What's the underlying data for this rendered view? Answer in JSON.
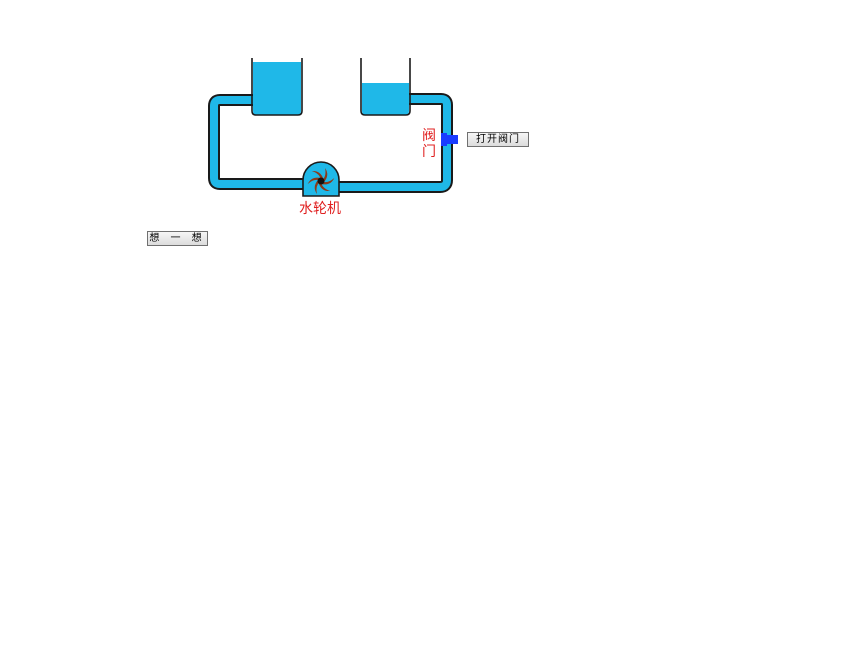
{
  "labels": {
    "valve_line1": "阀",
    "valve_line2": "门",
    "turbine": "水轮机"
  },
  "buttons": {
    "open_valve": "打开阀门",
    "think": "想 一 想"
  },
  "colors": {
    "water": "#1fb8e8",
    "outline": "#1a1a1a",
    "label_red": "#e02020",
    "valve_blue": "#1a3cff",
    "turbine_blade": "#8b3a1a"
  },
  "state": {
    "left_container_water_fraction": 0.93,
    "right_container_water_fraction": 0.55
  },
  "icons": {
    "turbine": "turbine-wheel-icon",
    "valve": "valve-icon"
  }
}
